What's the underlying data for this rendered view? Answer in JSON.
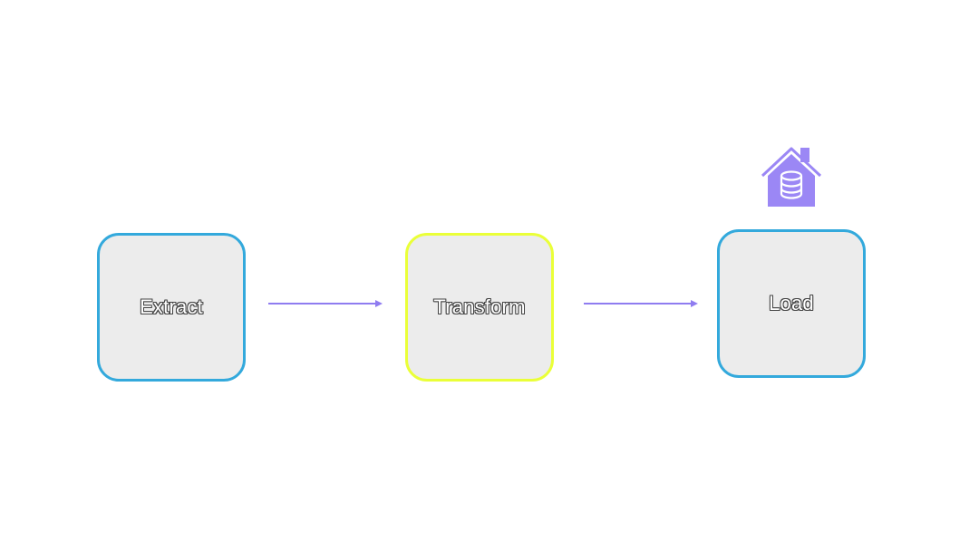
{
  "diagram": {
    "nodes": [
      {
        "id": "extract",
        "label": "Extract"
      },
      {
        "id": "transform",
        "label": "Transform"
      },
      {
        "id": "load",
        "label": "Load"
      }
    ],
    "edges": [
      {
        "from": "extract",
        "to": "transform"
      },
      {
        "from": "transform",
        "to": "load"
      }
    ],
    "icons": [
      {
        "name": "data-warehouse-icon",
        "attached_to": "load"
      }
    ],
    "colors": {
      "node_border": "#33a9dc",
      "node_highlight_border": "#eaff38",
      "node_fill": "#ececec",
      "arrow": "#8f7cf0",
      "icon": "#9b87f5"
    }
  }
}
